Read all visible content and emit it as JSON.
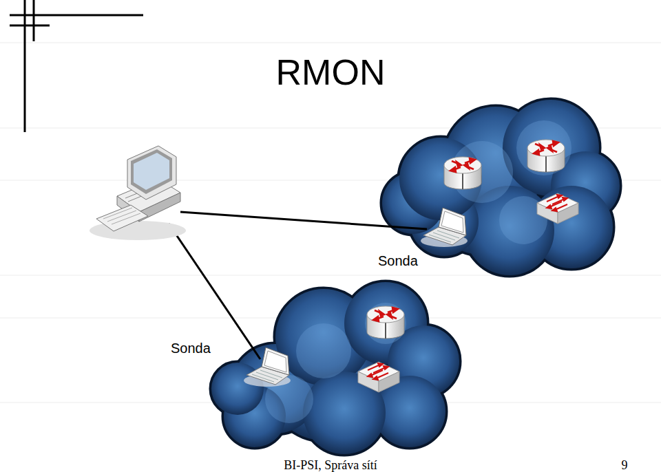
{
  "diagram": {
    "title": "RMON",
    "nodes": [
      {
        "text": [
          "Sonda"
        ]
      },
      {
        "text": [
          "Sonda"
        ]
      }
    ],
    "labels": [
      "BI-PSI, Správa sítí",
      "9"
    ]
  }
}
